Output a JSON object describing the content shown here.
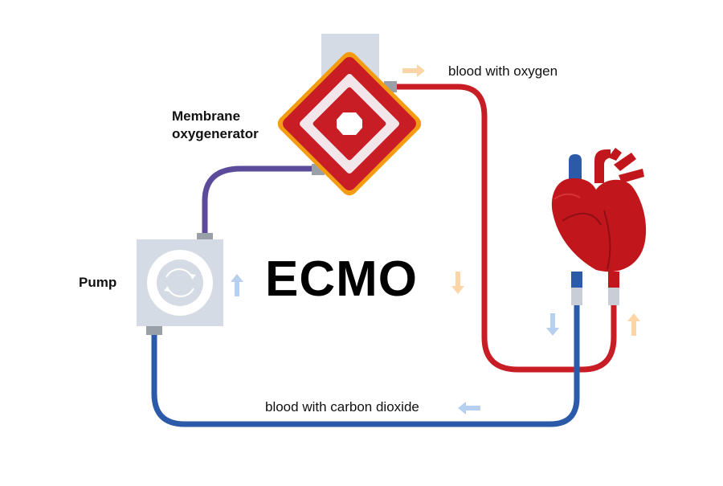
{
  "diagram": {
    "title": "ECMO",
    "labels": {
      "membrane_line1": "Membrane",
      "membrane_line2": "oxygenerator",
      "pump": "Pump",
      "oxygenated": "blood with oxygen",
      "deoxygenated": "blood with carbon dioxide"
    },
    "colors": {
      "oxygenated_blood": "#c81d25",
      "deoxygenated_blood": "#2a5aa8",
      "pump_to_oxygenator_tube": "#5b4b9a",
      "oxygenator_border": "#f39c12",
      "heart": "#c0161c",
      "device_gray": "#d5dbe5",
      "arrow_orange": "#fbd5a5",
      "arrow_blue": "#b8d0f0"
    },
    "icons": [
      "heart-icon",
      "pump-icon",
      "oxygenator-icon",
      "flow-arrow-icon"
    ]
  }
}
